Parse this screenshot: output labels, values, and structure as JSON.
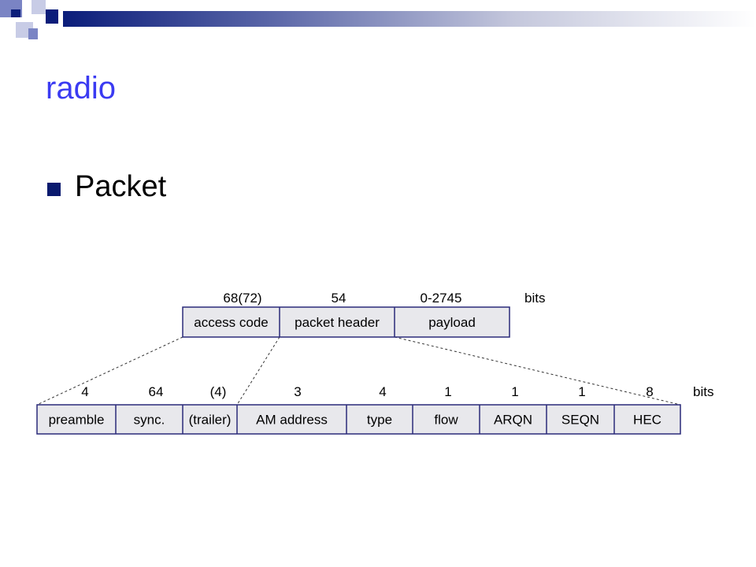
{
  "slide": {
    "title": "radio",
    "bullet": "Packet"
  },
  "diagram": {
    "top_fields": [
      {
        "label": "access code",
        "bits": "68(72)"
      },
      {
        "label": "packet header",
        "bits": "54"
      },
      {
        "label": "payload",
        "bits": "0-2745"
      }
    ],
    "top_unit": "bits",
    "bottom_fields": [
      {
        "label": "preamble",
        "bits": "4"
      },
      {
        "label": "sync.",
        "bits": "64"
      },
      {
        "label": "(trailer)",
        "bits": "(4)"
      },
      {
        "label": "AM address",
        "bits": "3"
      },
      {
        "label": "type",
        "bits": "4"
      },
      {
        "label": "flow",
        "bits": "1"
      },
      {
        "label": "ARQN",
        "bits": "1"
      },
      {
        "label": "SEQN",
        "bits": "1"
      },
      {
        "label": "HEC",
        "bits": "8"
      }
    ],
    "bottom_unit": "bits"
  },
  "colors": {
    "title": "#3b3bf2",
    "bullet": "#0a1a6e",
    "box_fill": "#e8e8ec",
    "box_stroke": "#2a2a7a"
  }
}
